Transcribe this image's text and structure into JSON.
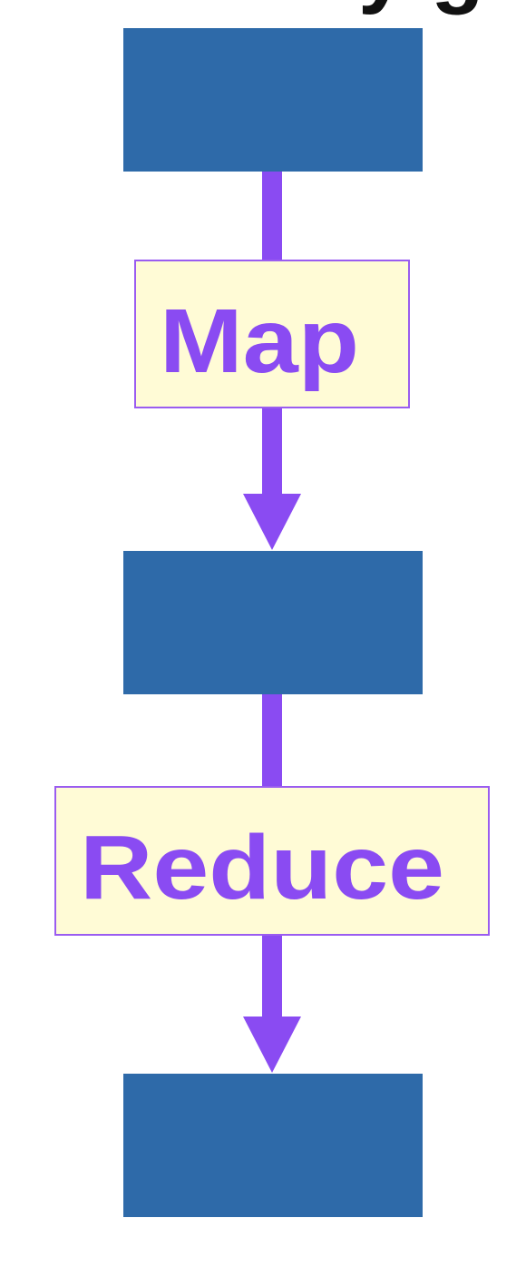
{
  "title_fragment": "y g",
  "steps": [
    {
      "label": "Map"
    },
    {
      "label": "Reduce"
    }
  ],
  "colors": {
    "data_block": "#2e6aa9",
    "arrow": "#8a4bf2",
    "label_fill": "#fffbd6",
    "label_border": "#9a5cf0",
    "label_text": "#8a4bf2",
    "title_text": "#111111"
  }
}
